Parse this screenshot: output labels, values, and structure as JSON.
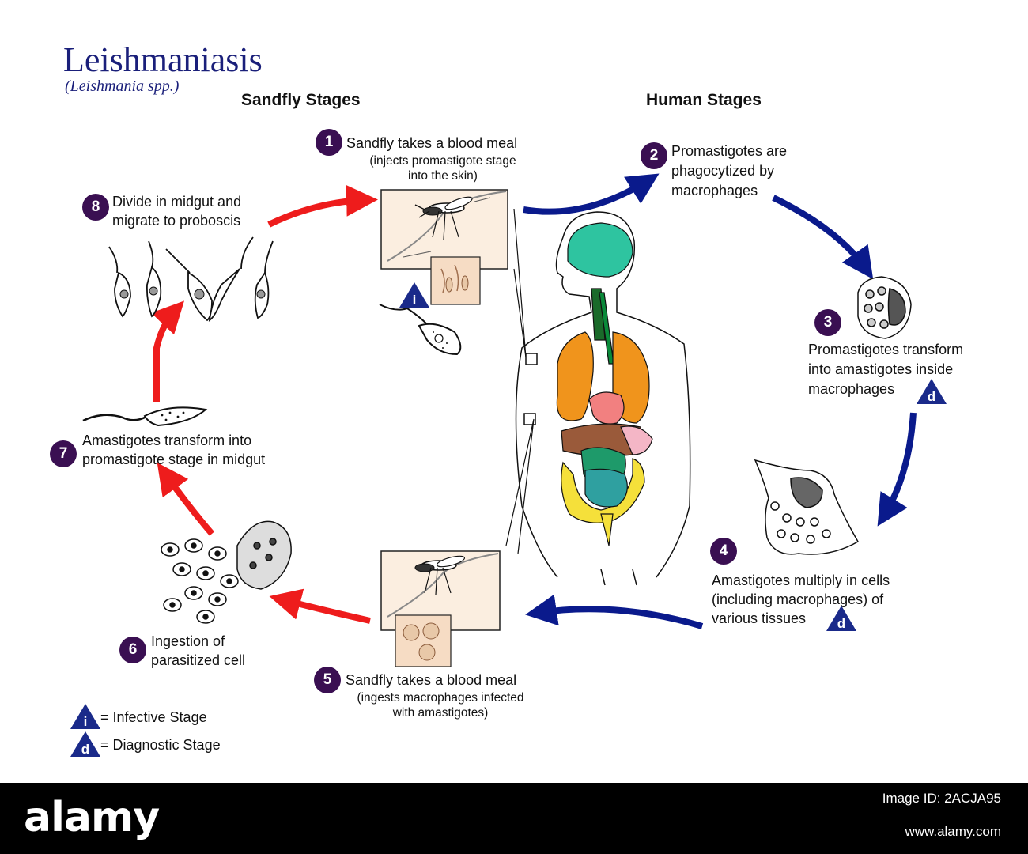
{
  "title": "Leishmaniasis",
  "subtitle": "(Leishmania spp.)",
  "headings": {
    "sandfly": "Sandfly Stages",
    "human": "Human Stages"
  },
  "steps": {
    "s1": {
      "num": "1",
      "line1": "Sandfly takes a blood meal",
      "line2": "(injects promastigote stage",
      "line3": "into the skin)"
    },
    "s2": {
      "num": "2",
      "line1": "Promastigotes are",
      "line2": "phagocytized by",
      "line3": "macrophages"
    },
    "s3": {
      "num": "3",
      "line1": "Promastigotes transform",
      "line2": "into amastigotes inside",
      "line3": "macrophages"
    },
    "s4": {
      "num": "4",
      "line1": "Amastigotes multiply in cells",
      "line2": "(including macrophages) of",
      "line3": "various tissues"
    },
    "s5": {
      "num": "5",
      "line1": "Sandfly takes a blood meal",
      "line2": "(ingests macrophages infected",
      "line3": "with amastigotes)"
    },
    "s6": {
      "num": "6",
      "line1": "Ingestion of",
      "line2": "parasitized cell"
    },
    "s7": {
      "num": "7",
      "line1": "Amastigotes transform into",
      "line2": "promastigote stage in midgut"
    },
    "s8": {
      "num": "8",
      "line1": "Divide in midgut and",
      "line2": "migrate to proboscis"
    }
  },
  "badges": {
    "infective": "i",
    "diagnostic": "d"
  },
  "legend": {
    "infective_label": "= Infective Stage",
    "diagnostic_label": "= Diagnostic Stage"
  },
  "footer": {
    "brand": "alamy",
    "image_id": "Image ID: 2ACJA95",
    "site": "www.alamy.com"
  },
  "colors": {
    "sandfly_arrow": "#ee1c1c",
    "human_arrow": "#0a1a8c",
    "step_badge": "#3a0f52",
    "badge_triangle": "#1a2a8a",
    "title": "#1a1f7a"
  },
  "icons": [
    "sandfly-icon",
    "promastigote-icon",
    "macrophage-icon",
    "tissue-cell-icon",
    "human-body-icon"
  ]
}
